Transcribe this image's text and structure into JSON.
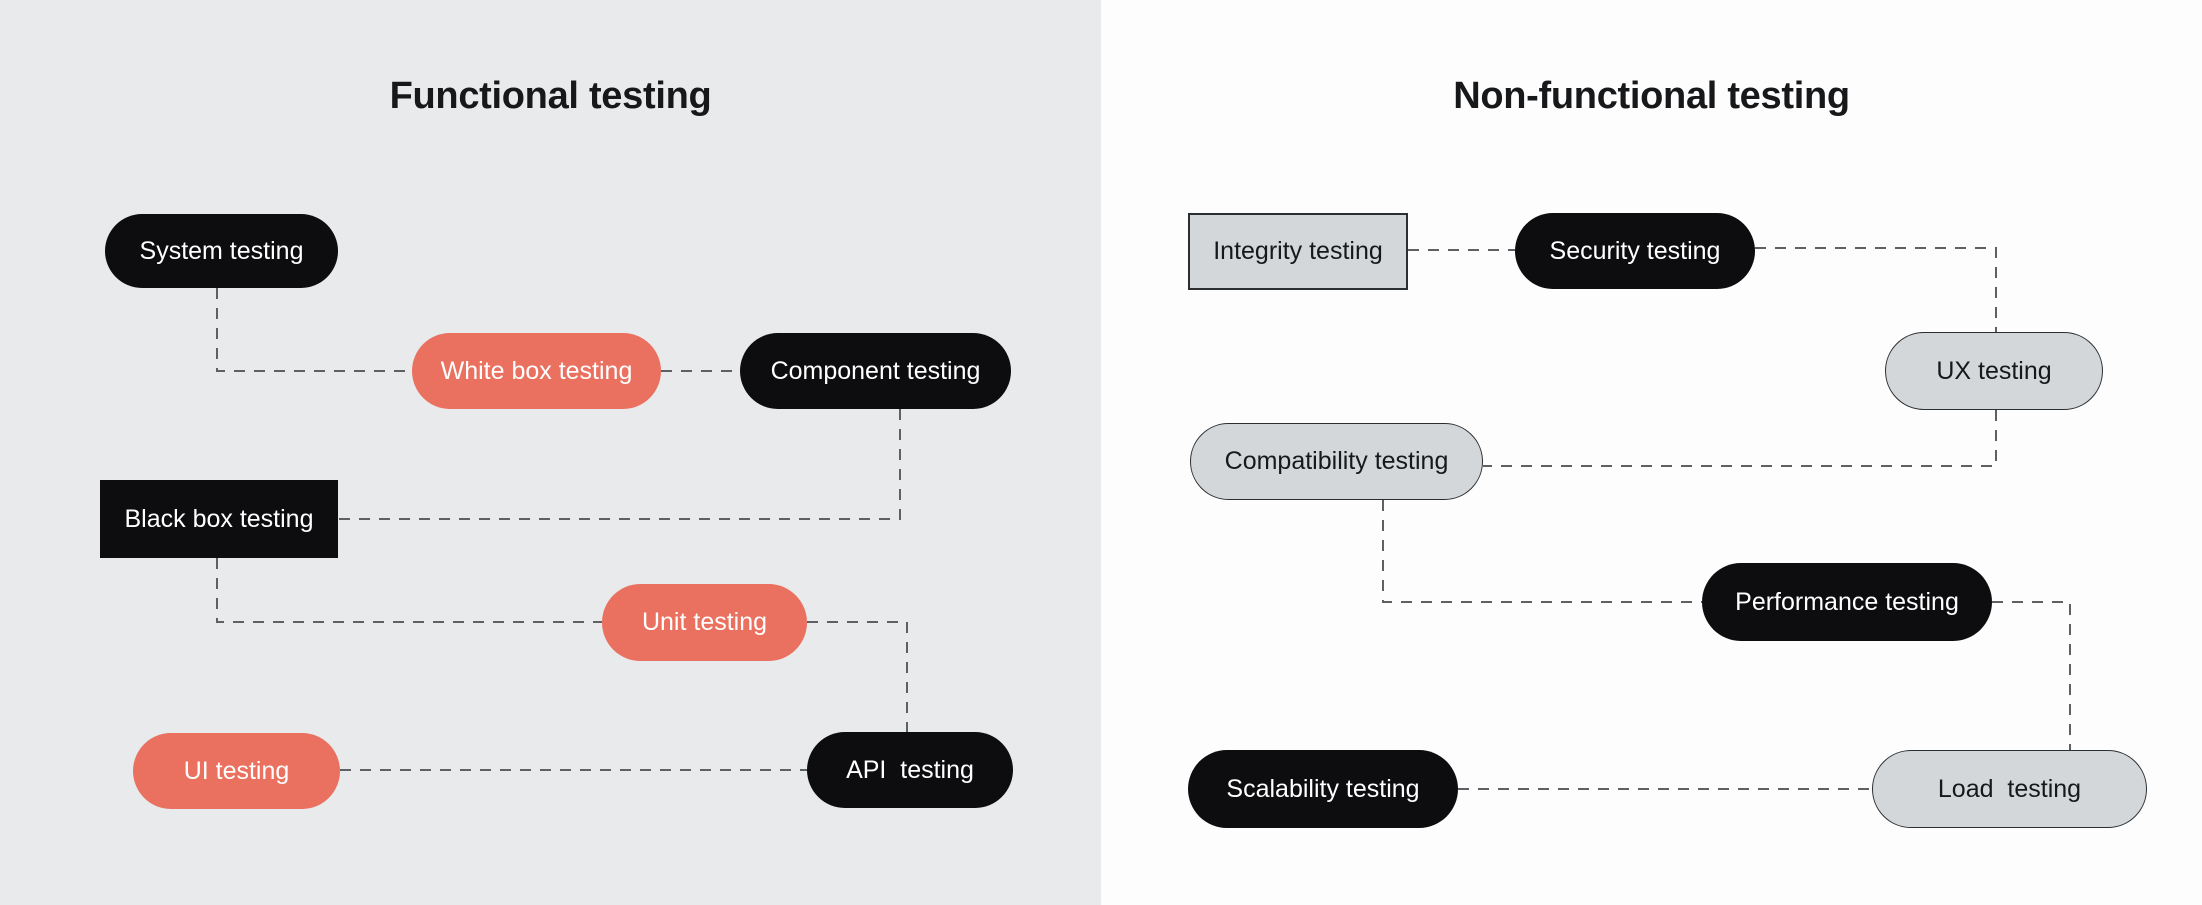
{
  "diagram": {
    "description": "Software testing types diagram"
  },
  "colors": {
    "left_panel_bg": "#e8eaec",
    "right_panel_bg": "#fdfdfe",
    "node_black": "#0d0d0f",
    "node_salmon": "#ea705f",
    "node_gray_fill": "#d3d7da",
    "node_gray_border": "#2c2f31",
    "text_dark": "#17181a",
    "text_light": "#ffffff",
    "connector": "#5d6164"
  },
  "panels": [
    {
      "title": "Functional testing",
      "nodes": [
        {
          "id": "system-testing",
          "label": "System testing",
          "variant": "black-pill"
        },
        {
          "id": "white-box-testing",
          "label": "White box testing",
          "variant": "salmon-pill"
        },
        {
          "id": "component-testing",
          "label": "Component testing",
          "variant": "black-pill"
        },
        {
          "id": "black-box-testing",
          "label": "Black box testing",
          "variant": "black-rect"
        },
        {
          "id": "unit-testing",
          "label": "Unit testing",
          "variant": "salmon-pill"
        },
        {
          "id": "ui-testing",
          "label": "UI testing",
          "variant": "salmon-pill"
        },
        {
          "id": "api-testing",
          "label": "API  testing",
          "variant": "black-pill"
        }
      ],
      "edges": [
        {
          "from": "system-testing",
          "to": "white-box-testing"
        },
        {
          "from": "white-box-testing",
          "to": "component-testing"
        },
        {
          "from": "component-testing",
          "to": "black-box-testing"
        },
        {
          "from": "black-box-testing",
          "to": "unit-testing"
        },
        {
          "from": "unit-testing",
          "to": "api-testing"
        },
        {
          "from": "ui-testing",
          "to": "api-testing"
        }
      ]
    },
    {
      "title": "Non-functional testing",
      "nodes": [
        {
          "id": "integrity-testing",
          "label": "Integrity testing",
          "variant": "gray-rect"
        },
        {
          "id": "security-testing",
          "label": "Security testing",
          "variant": "black-pill"
        },
        {
          "id": "ux-testing",
          "label": "UX testing",
          "variant": "gray-pill"
        },
        {
          "id": "compatibility-testing",
          "label": "Compatibility testing",
          "variant": "gray-pill"
        },
        {
          "id": "performance-testing",
          "label": "Performance testing",
          "variant": "black-pill"
        },
        {
          "id": "scalability-testing",
          "label": "Scalability testing",
          "variant": "black-pill"
        },
        {
          "id": "load-testing",
          "label": "Load  testing",
          "variant": "gray-pill"
        }
      ],
      "edges": [
        {
          "from": "integrity-testing",
          "to": "security-testing"
        },
        {
          "from": "security-testing",
          "to": "ux-testing"
        },
        {
          "from": "ux-testing",
          "to": "compatibility-testing"
        },
        {
          "from": "compatibility-testing",
          "to": "performance-testing"
        },
        {
          "from": "performance-testing",
          "to": "load-testing"
        },
        {
          "from": "scalability-testing",
          "to": "load-testing"
        }
      ]
    }
  ]
}
